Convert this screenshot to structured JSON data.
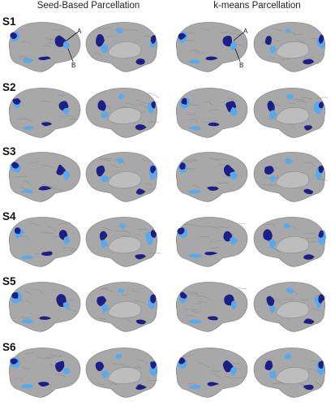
{
  "titles": {
    "left": "Seed-Based Parcellation",
    "right": "k-means Parcellation"
  },
  "subjects": [
    "S1",
    "S2",
    "S3",
    "S4",
    "S5",
    "S6"
  ],
  "markers": {
    "a": "A",
    "b": "B"
  },
  "colors": {
    "cortex": "#a8a8a8",
    "cortex_dark": "#7e7e7e",
    "network_dark": "#1e1f86",
    "network_light": "#5aa9ea",
    "medial_wall": "#bdbdbd"
  }
}
